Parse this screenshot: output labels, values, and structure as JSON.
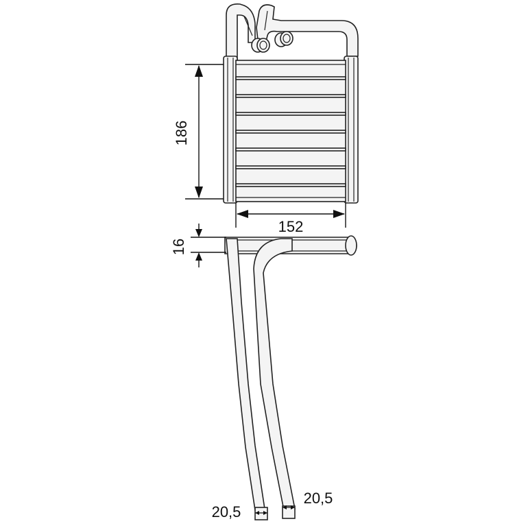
{
  "drawing": {
    "colors": {
      "line": "#111111",
      "pipe_fill": "#f4f4f4",
      "background": "#ffffff"
    },
    "dimensions": {
      "height": "186",
      "width": "152",
      "depth": "16",
      "pipe_left": "20,5",
      "pipe_right": "20,5"
    }
  }
}
